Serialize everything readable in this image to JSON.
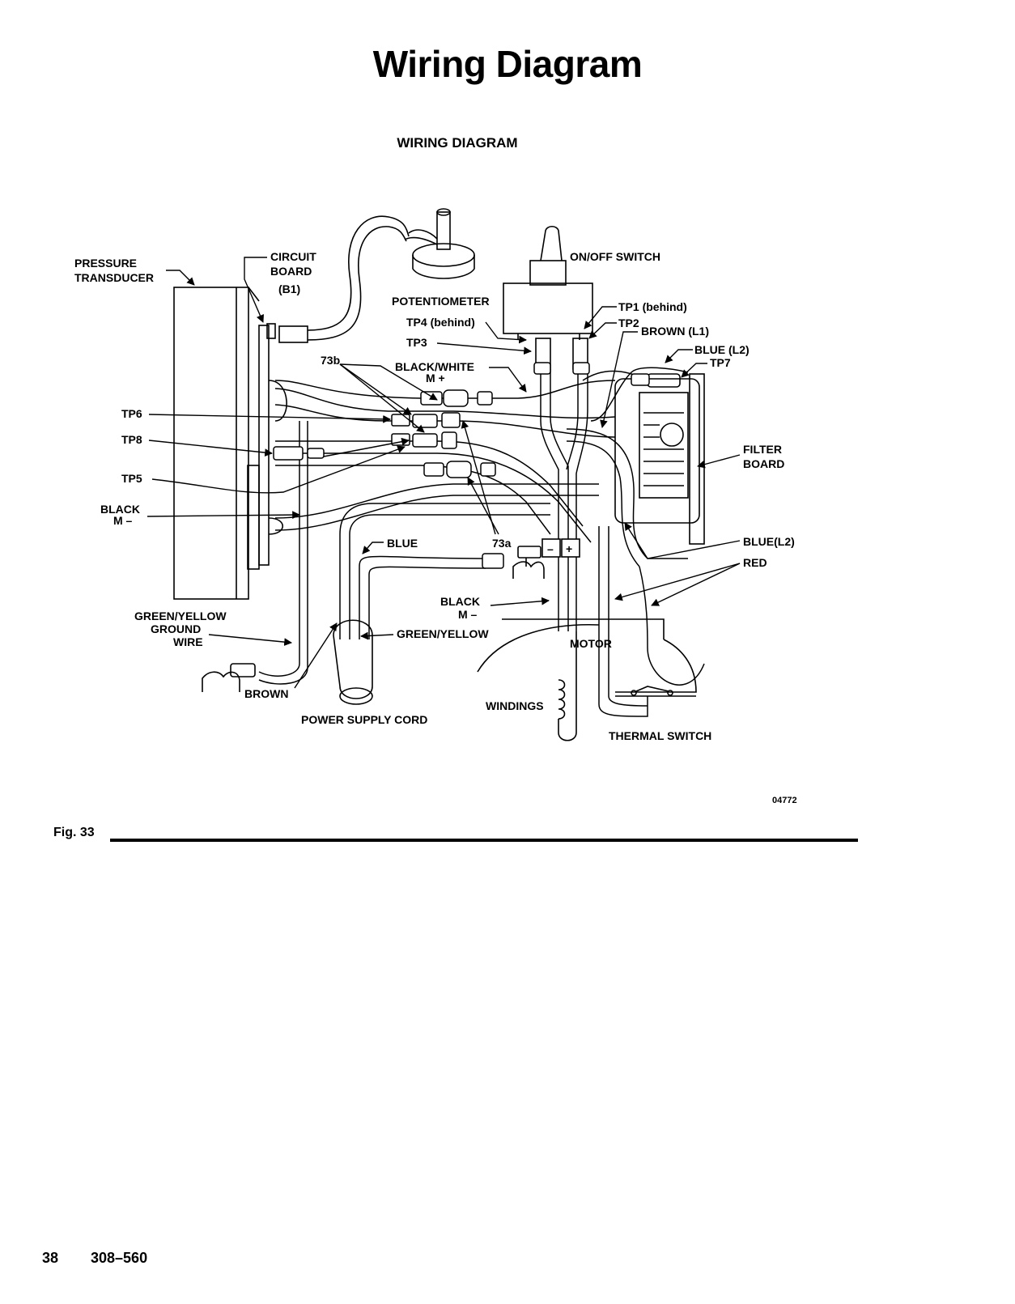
{
  "page_title": "Wiring Diagram",
  "diagram_title": "WIRING DIAGRAM",
  "labels": {
    "pressure_transducer": [
      "PRESSURE",
      "TRANSDUCER"
    ],
    "circuit_board": [
      "CIRCUIT",
      "BOARD",
      "(B1)"
    ],
    "on_off_switch": "ON/OFF SWITCH",
    "potentiometer": "POTENTIOMETER",
    "tp1": "TP1 (behind)",
    "tp2": "TP2",
    "tp3": "TP3",
    "tp4": "TP4 (behind)",
    "tp5": "TP5",
    "tp6": "TP6",
    "tp7": "TP7",
    "tp8": "TP8",
    "brown_l1": "BROWN (L1)",
    "blue_l2_top": "BLUE (L2)",
    "label_73b": "73b",
    "label_73a": "73a",
    "black_white": [
      "BLACK/WHITE",
      "M +"
    ],
    "black_m_left": [
      "BLACK",
      "M –"
    ],
    "filter_board": [
      "FILTER",
      "BOARD"
    ],
    "blue_l2_right": "BLUE(L2)",
    "red": "RED",
    "blue": "BLUE",
    "black_m_center": [
      "BLACK",
      "M –"
    ],
    "green_yellow": "GREEN/YELLOW",
    "green_yellow_ground": [
      "GREEN/YELLOW",
      "GROUND",
      "WIRE"
    ],
    "motor": "MOTOR",
    "brown": "BROWN",
    "windings": "WINDINGS",
    "power_supply_cord": "POWER SUPPLY CORD",
    "thermal_switch": "THERMAL SWITCH",
    "drawing_number": "04772",
    "minus_symbol": "–",
    "plus_symbol": "+"
  },
  "figure_label": "Fig. 33",
  "footer": {
    "page_number": "38",
    "document_number": "308–560"
  }
}
